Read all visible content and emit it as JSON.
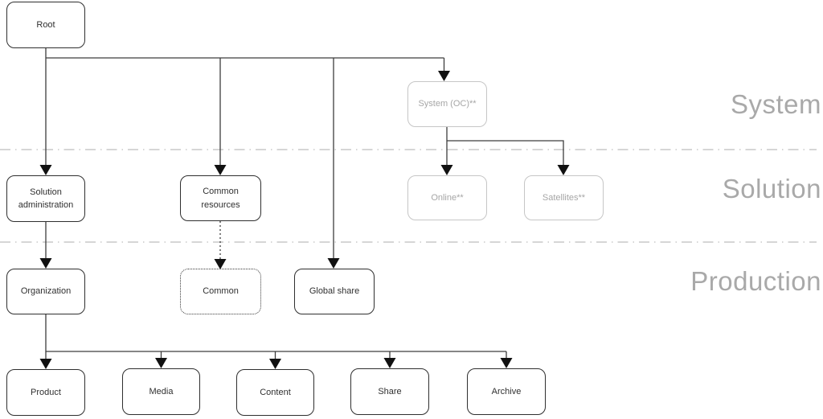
{
  "diagram": {
    "title_hint": "Hierarchy diagram with System / Solution / Production zones",
    "nodes": {
      "root": {
        "label": "Root",
        "style": "solid"
      },
      "system_oc": {
        "label": "System (OC)**",
        "style": "muted"
      },
      "solution_administration": {
        "label": "Solution administration",
        "style": "solid"
      },
      "common_resources": {
        "label": "Common resources",
        "style": "solid"
      },
      "online": {
        "label": "Online**",
        "style": "muted"
      },
      "satellites": {
        "label": "Satellites**",
        "style": "muted"
      },
      "organization": {
        "label": "Organization",
        "style": "solid"
      },
      "common": {
        "label": "Common",
        "style": "dotted"
      },
      "global_share": {
        "label": "Global share",
        "style": "solid"
      },
      "product": {
        "label": "Product",
        "style": "solid"
      },
      "media": {
        "label": "Media",
        "style": "solid"
      },
      "content": {
        "label": "Content",
        "style": "solid"
      },
      "share": {
        "label": "Share",
        "style": "solid"
      },
      "archive": {
        "label": "Archive",
        "style": "solid"
      }
    },
    "zones": [
      {
        "label": "System"
      },
      {
        "label": "Solution"
      },
      {
        "label": "Production"
      }
    ],
    "edges": [
      {
        "from": "root",
        "to": "solution_administration",
        "style": "solid-arrow"
      },
      {
        "from": "root",
        "to": "common_resources",
        "style": "solid-arrow"
      },
      {
        "from": "root",
        "to": "global_share",
        "style": "solid-arrow"
      },
      {
        "from": "root",
        "to": "system_oc",
        "style": "solid-arrow"
      },
      {
        "from": "system_oc",
        "to": "online",
        "style": "solid-arrow"
      },
      {
        "from": "system_oc",
        "to": "satellites",
        "style": "solid-arrow"
      },
      {
        "from": "solution_administration",
        "to": "organization",
        "style": "solid-arrow"
      },
      {
        "from": "common_resources",
        "to": "common",
        "style": "dotted-arrow"
      },
      {
        "from": "organization",
        "to": "product",
        "style": "solid-arrow"
      },
      {
        "from": "organization",
        "to": "media",
        "style": "solid-arrow"
      },
      {
        "from": "organization",
        "to": "content",
        "style": "solid-arrow"
      },
      {
        "from": "organization",
        "to": "share",
        "style": "solid-arrow"
      },
      {
        "from": "organization",
        "to": "archive",
        "style": "solid-arrow"
      }
    ],
    "colors": {
      "background": "#ffffff",
      "node_border": "#2f2f2f",
      "node_text": "#303030",
      "muted_border": "#c6c6c6",
      "muted_text": "#a6a6a6",
      "connector": "#3d3d3d",
      "arrowhead": "#111111",
      "zone_separator": "#c9c9c9",
      "zone_label": "#a9a9a9"
    }
  }
}
